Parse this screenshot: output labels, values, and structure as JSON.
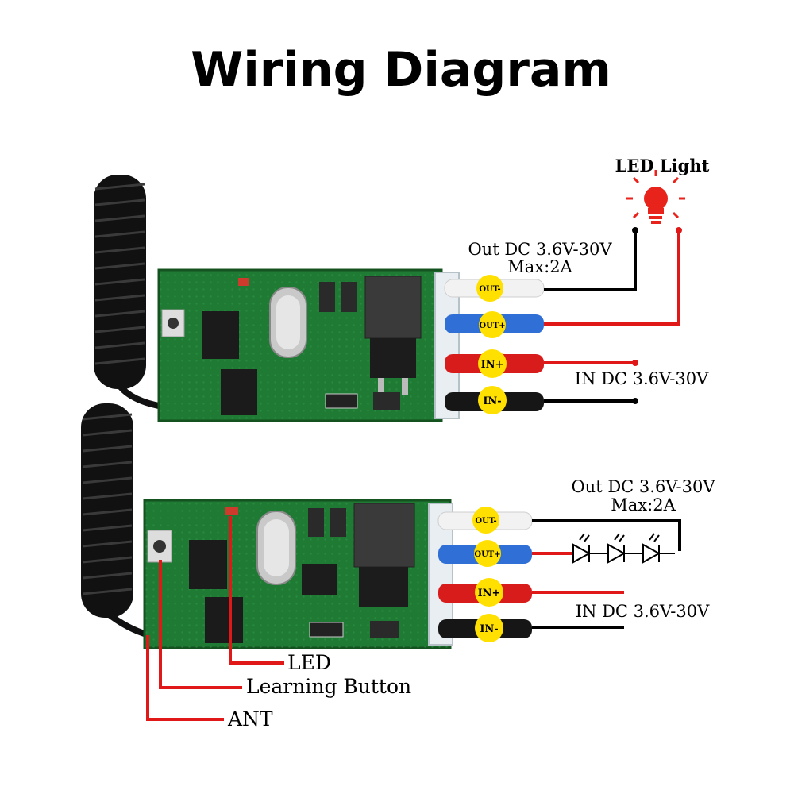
{
  "title": "Wiring Diagram",
  "top_diagram": {
    "load_label": "LED Light",
    "out_spec_line1": "Out DC 3.6V-30V",
    "out_spec_line2": "Max:2A",
    "in_spec": "IN DC 3.6V-30V",
    "terminals": [
      "OUT-",
      "OUT+",
      "IN+",
      "IN-"
    ]
  },
  "bottom_diagram": {
    "out_spec_line1": "Out DC 3.6V-30V",
    "out_spec_line2": "Max:2A",
    "in_spec": "IN DC 3.6V-30V",
    "terminals": [
      "OUT-",
      "OUT+",
      "IN+",
      "IN-"
    ],
    "callouts": [
      "LED",
      "Learning Button",
      "ANT"
    ]
  },
  "colors": {
    "pcb": "#1f7a34",
    "wire_red": "#e01818",
    "wire_blue": "#2f6fd6",
    "wire_white": "#f2f2f2",
    "wire_black": "#161616",
    "badge": "#ffe000"
  }
}
